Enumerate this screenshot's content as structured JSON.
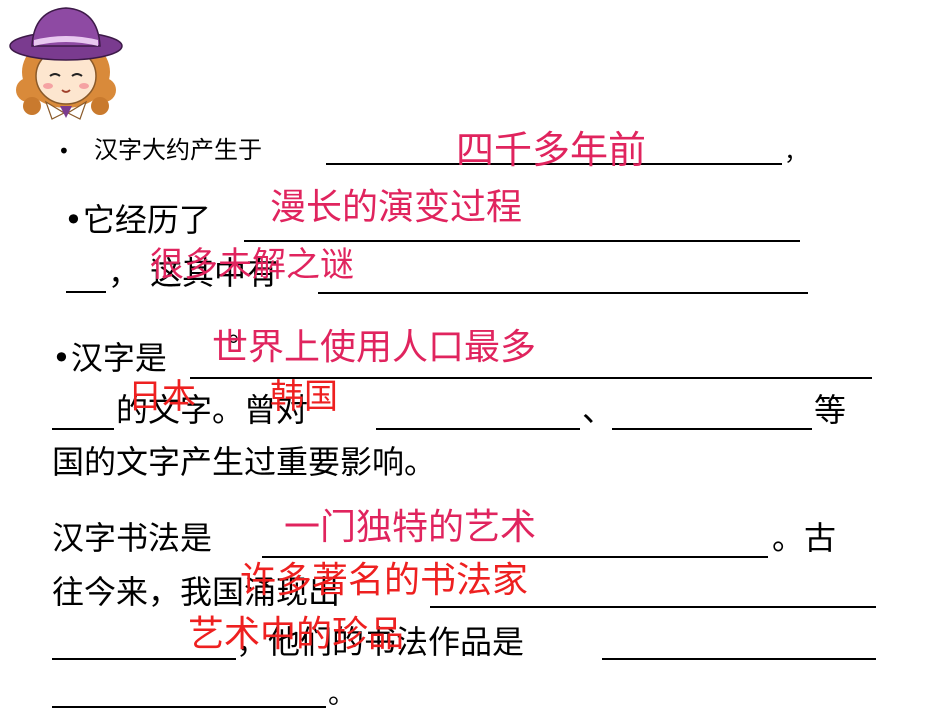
{
  "colors": {
    "text": "#000000",
    "answer_pink": "#e0245e",
    "answer_red": "#ee2020",
    "hat": "#7a3b8f",
    "hair": "#d98a3a"
  },
  "mascot": {
    "icon": "cartoon-girl-with-purple-hat-icon"
  },
  "q1": {
    "bullet": "•",
    "prefix": "汉字大约产生于",
    "suffix": "，",
    "answer": "四千多年前"
  },
  "q2": {
    "bullet": "•",
    "line1": "它经历了",
    "line2_a": "，",
    "line2_b": "这其中有",
    "line3": "。",
    "answer1": "漫长的演变过程",
    "answer2": "很多未解之谜"
  },
  "q3": {
    "bullet": "•",
    "line1": "汉字是",
    "line2_a": "的文字。曾对",
    "line2_b": "、",
    "line2_c": "等",
    "line3": "国的文字产生过重要影响。",
    "answer1": "世界上使用人口最多",
    "answer2": "日本",
    "answer3": "韩国"
  },
  "q4": {
    "line1_a": "汉字书法是",
    "line1_b": "。古",
    "line2": "往今来，我国涌现出",
    "line3": "，他们的书法作品是",
    "line4": "。",
    "answer1": "一门独特的艺术",
    "answer2": "许多著名的书法家",
    "answer3": "艺术中的珍品"
  }
}
